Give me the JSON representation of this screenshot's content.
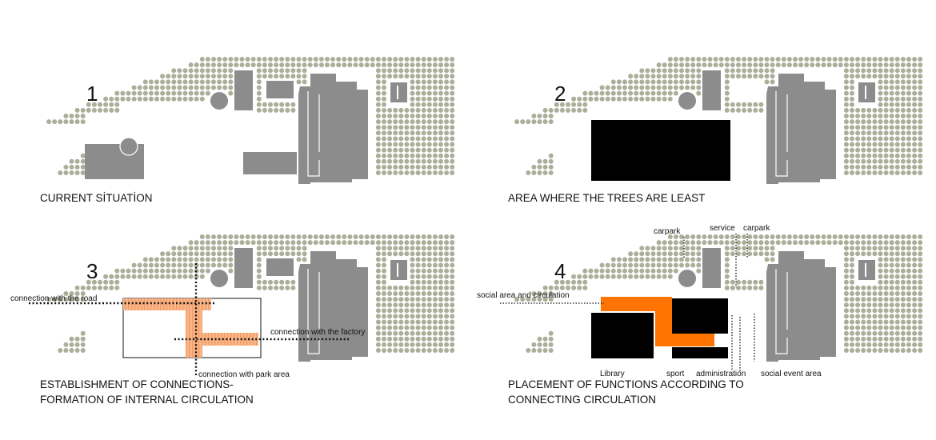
{
  "colors": {
    "tree": "#aaaf99",
    "building": "#8c8c8c",
    "building_outline": "#ffffff",
    "infill": "#000000",
    "circulation": "#ff7300",
    "circulation_light": "#f8b68a",
    "text": "#111111"
  },
  "panels": [
    {
      "number": "1",
      "caption_lines": [
        "CURRENT SİTUATİON"
      ],
      "labels": []
    },
    {
      "number": "2",
      "caption_lines": [
        "AREA  WHERE THE TREES ARE LEAST"
      ],
      "labels": []
    },
    {
      "number": "3",
      "caption_lines": [
        "ESTABLISHMENT OF CONNECTIONS-",
        "FORMATION OF INTERNAL  CIRCULATION"
      ],
      "labels": [
        "connection with the road",
        "connection with the factory",
        "connection with park area"
      ]
    },
    {
      "number": "4",
      "caption_lines": [
        "PLACEMENT OF FUNCTIONS ACCORDING TO",
        "CONNECTING   CIRCULATION"
      ],
      "labels": [
        "carpark",
        "service",
        "carpark",
        "social area and circulation",
        "Library",
        "sport",
        "administration",
        "social event area"
      ]
    }
  ]
}
